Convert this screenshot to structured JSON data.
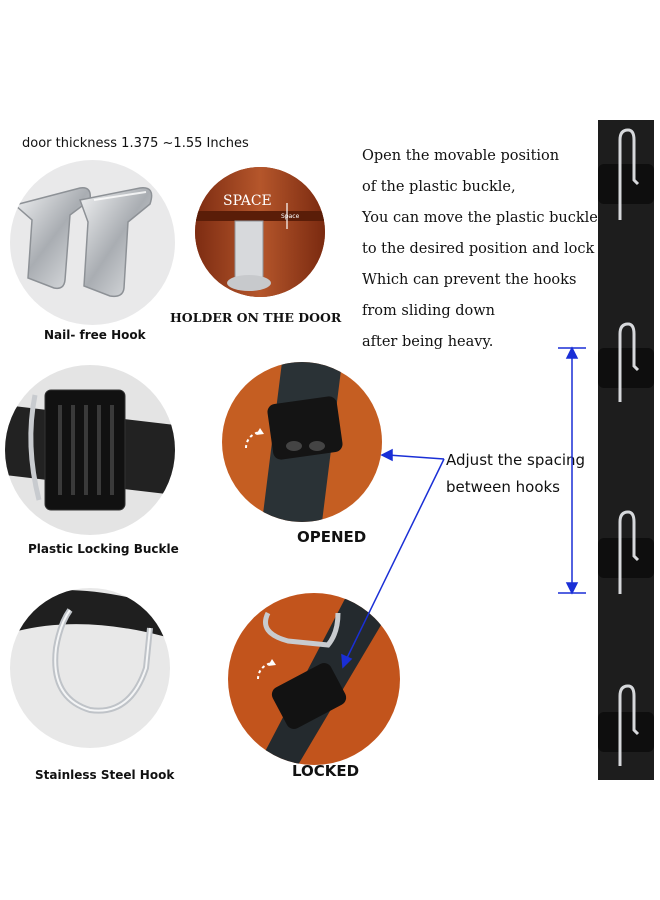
{
  "header": {
    "door_thickness": "door thickness 1.375 ~1.55 Inches"
  },
  "captions": {
    "nail_free_hook": "Nail- free Hook",
    "holder_on_door": "HOLDER ON THE DOOR",
    "plastic_locking_buckle": "Plastic Locking Buckle",
    "opened": "OPENED",
    "stainless_steel_hook": "Stainless Steel Hook",
    "locked": "LOCKED"
  },
  "door_inset": {
    "space_label": "SPACE",
    "space_small": "Space"
  },
  "description": {
    "lines": [
      "Open the movable position",
      "of the plastic buckle,",
      "You can move the plastic buckle",
      "to the desired position and lock it,",
      "Which can prevent the hooks",
      "from sliding down",
      "after being heavy."
    ]
  },
  "adjust": {
    "line1": "Adjust the spacing",
    "line2": "between hooks"
  },
  "colors": {
    "arrow_blue": "#1a2fd6",
    "strap_black": "#1b1b1b",
    "wood": "#c0602a",
    "steel": "#c9ccd0"
  }
}
